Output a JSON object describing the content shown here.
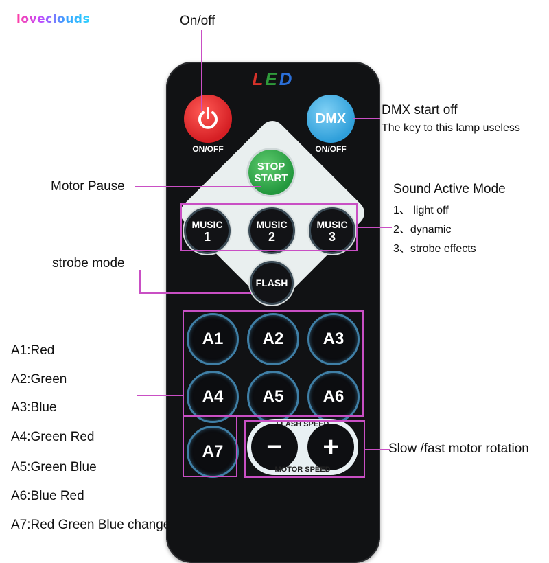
{
  "brand": "loveclouds",
  "remote": {
    "title_letters": [
      "L",
      "E",
      "D"
    ],
    "title_colors": [
      "#d6322a",
      "#2f9a3a",
      "#2b6fd8"
    ],
    "power_label": "ON/OFF",
    "dmx_button": "DMX",
    "dmx_label": "ON/OFF",
    "stop_line1": "STOP",
    "stop_line2": "START",
    "music": [
      {
        "line1": "MUSIC",
        "line2": "1"
      },
      {
        "line1": "MUSIC",
        "line2": "2"
      },
      {
        "line1": "MUSIC",
        "line2": "3"
      }
    ],
    "flash": "FLASH",
    "color_buttons": [
      "A1",
      "A2",
      "A3",
      "A4",
      "A5",
      "A6",
      "A7"
    ],
    "flash_speed": "FLASH SPEED",
    "motor_speed": "MOTOR SPEED",
    "minus": "−",
    "plus": "+"
  },
  "annotations": {
    "onoff": "On/off",
    "dmx_title": "DMX start off",
    "dmx_desc": "The key to this lamp useless",
    "motor_pause": "Motor Pause",
    "sound_title": "Sound Active Mode",
    "sound_items": [
      "1、 light off",
      "2、dynamic",
      "3、strobe effects"
    ],
    "strobe": "strobe mode",
    "color_list": [
      "A1:Red",
      "A2:Green",
      "A3:Blue",
      "A4:Green Red",
      "A5:Green  Blue",
      "A6:Blue Red",
      "A7:Red Green Blue change"
    ],
    "motor_rotation": "Slow /fast motor rotation"
  },
  "colors": {
    "annotation_line": "#c94fc4",
    "power_red": "#e0262b",
    "dmx_blue": "#3aa6e0",
    "stop_green": "#2fa84a"
  }
}
